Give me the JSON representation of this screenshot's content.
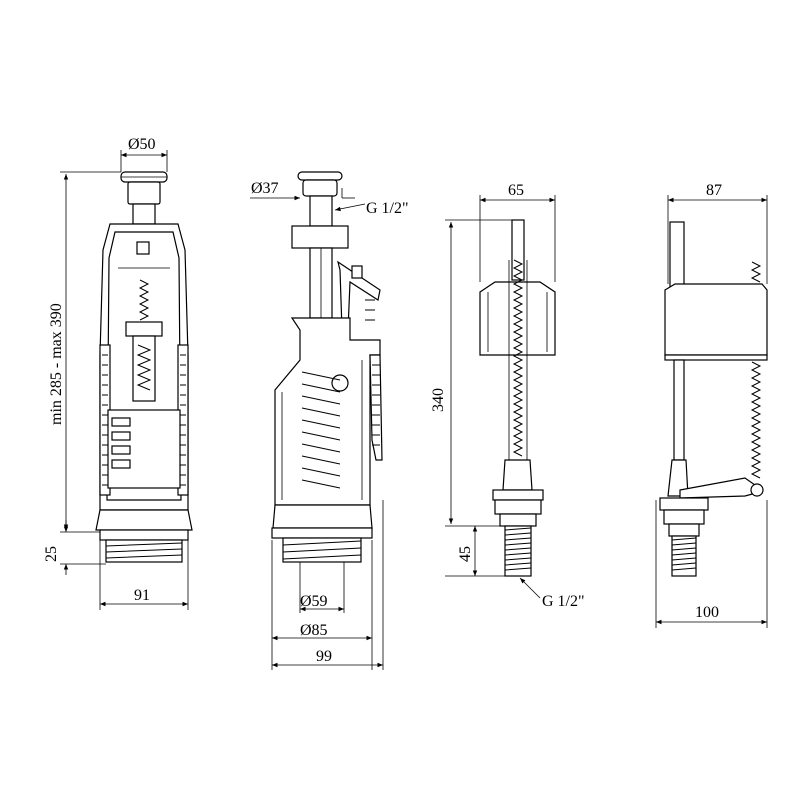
{
  "dimensions": {
    "flush_button_diameter": "Ø50",
    "flush_height_range": "min 285 - max 390",
    "flush_outlet_height": "25",
    "flush_width": "91",
    "button_diameter": "Ø37",
    "flush_thread": "G 1/2\"",
    "seal_inner_diameter": "Ø59",
    "seal_outer_diameter": "Ø85",
    "flush_side_width": "99",
    "fill_valve_float_width": "65",
    "fill_valve_height": "340",
    "fill_valve_thread_length": "45",
    "fill_valve_thread": "G 1/2\"",
    "fill_valve_side_top_width": "87",
    "fill_valve_side_width": "100"
  }
}
